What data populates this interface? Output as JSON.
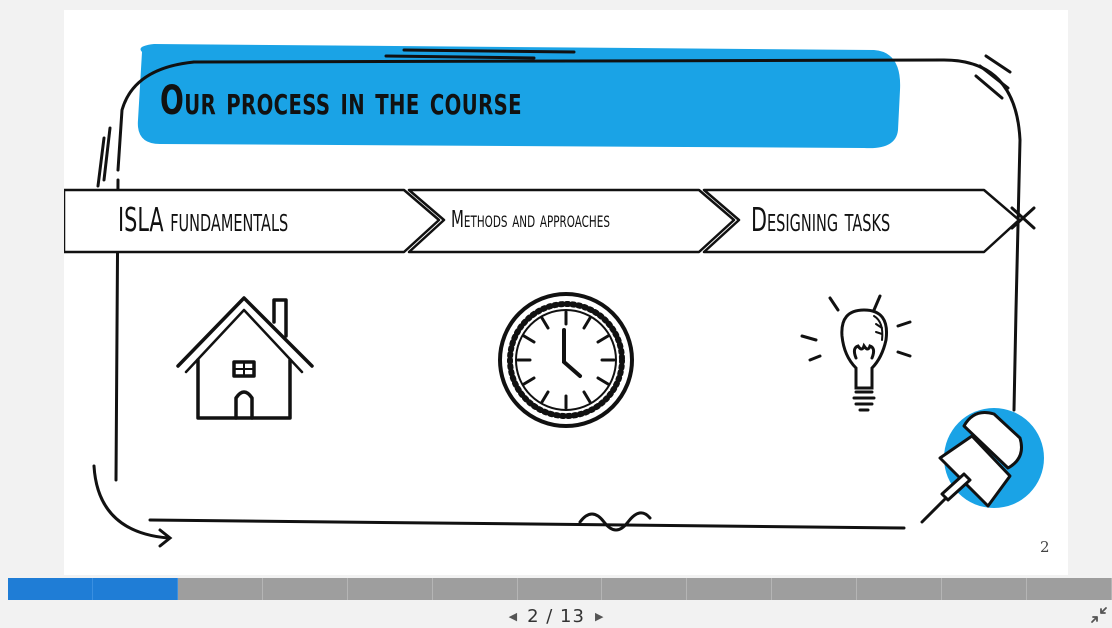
{
  "slide": {
    "title": "Our process in the course",
    "steps": [
      {
        "label": "ISLA fundamentals",
        "icon": "house-icon"
      },
      {
        "label": "Methods and approaches",
        "icon": "clock-icon"
      },
      {
        "label": "Designing tasks",
        "icon": "lightbulb-icon"
      }
    ],
    "page_number": "2",
    "decoration": "pushpin-icon"
  },
  "colors": {
    "accent_blue": "#1aa3e6",
    "progress_done": "#1f7dd6",
    "progress_remaining": "#9e9e9e",
    "ink": "#111111"
  },
  "progress": {
    "total_slides": 13,
    "completed": 2
  },
  "navigation": {
    "prev_icon": "caret-left-icon",
    "next_icon": "caret-right-icon",
    "page_indicator": "2 / 13",
    "exit_fullscreen_icon": "exit-fullscreen-icon"
  }
}
